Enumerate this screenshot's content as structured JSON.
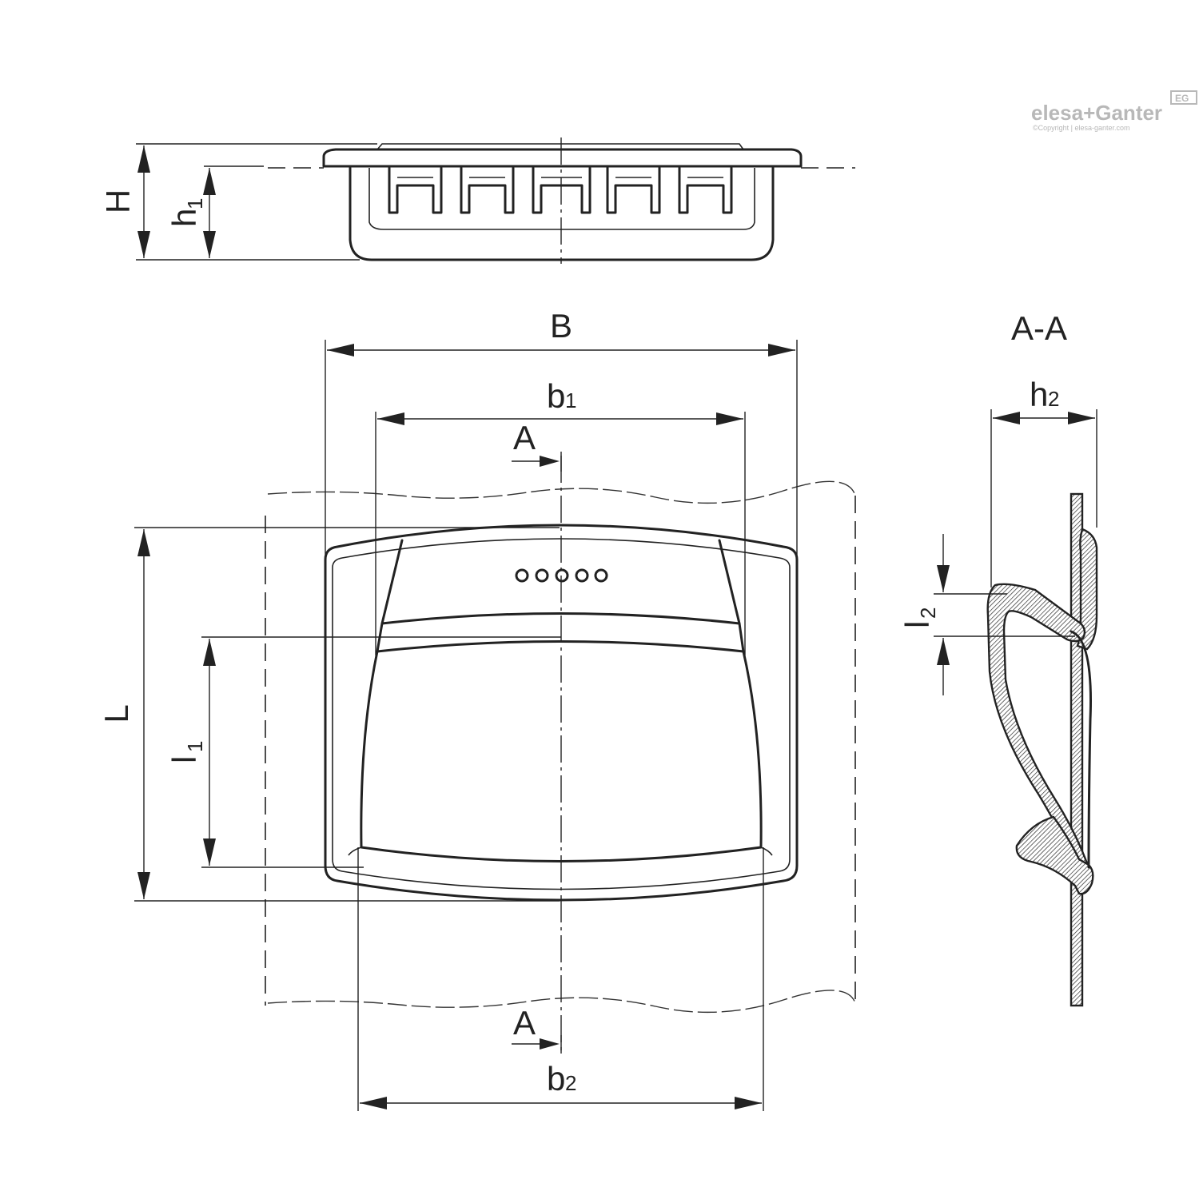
{
  "logo": {
    "brand": "elesa+Ganter",
    "mark": "EG",
    "copyright": "©Copyright | elesa-ganter.com"
  },
  "labels": {
    "H": "H",
    "h1_main": "h",
    "h1_sub": "1",
    "B": "B",
    "b1_main": "b",
    "b1_sub": "1",
    "b2_main": "b",
    "b2_sub": "2",
    "L": "L",
    "l1_main": "l",
    "l1_sub": "1",
    "l2_main": "l",
    "l2_sub": "2",
    "h2_main": "h",
    "h2_sub": "2",
    "section_top": "A",
    "section_bottom": "A",
    "section_view": "A-A"
  }
}
